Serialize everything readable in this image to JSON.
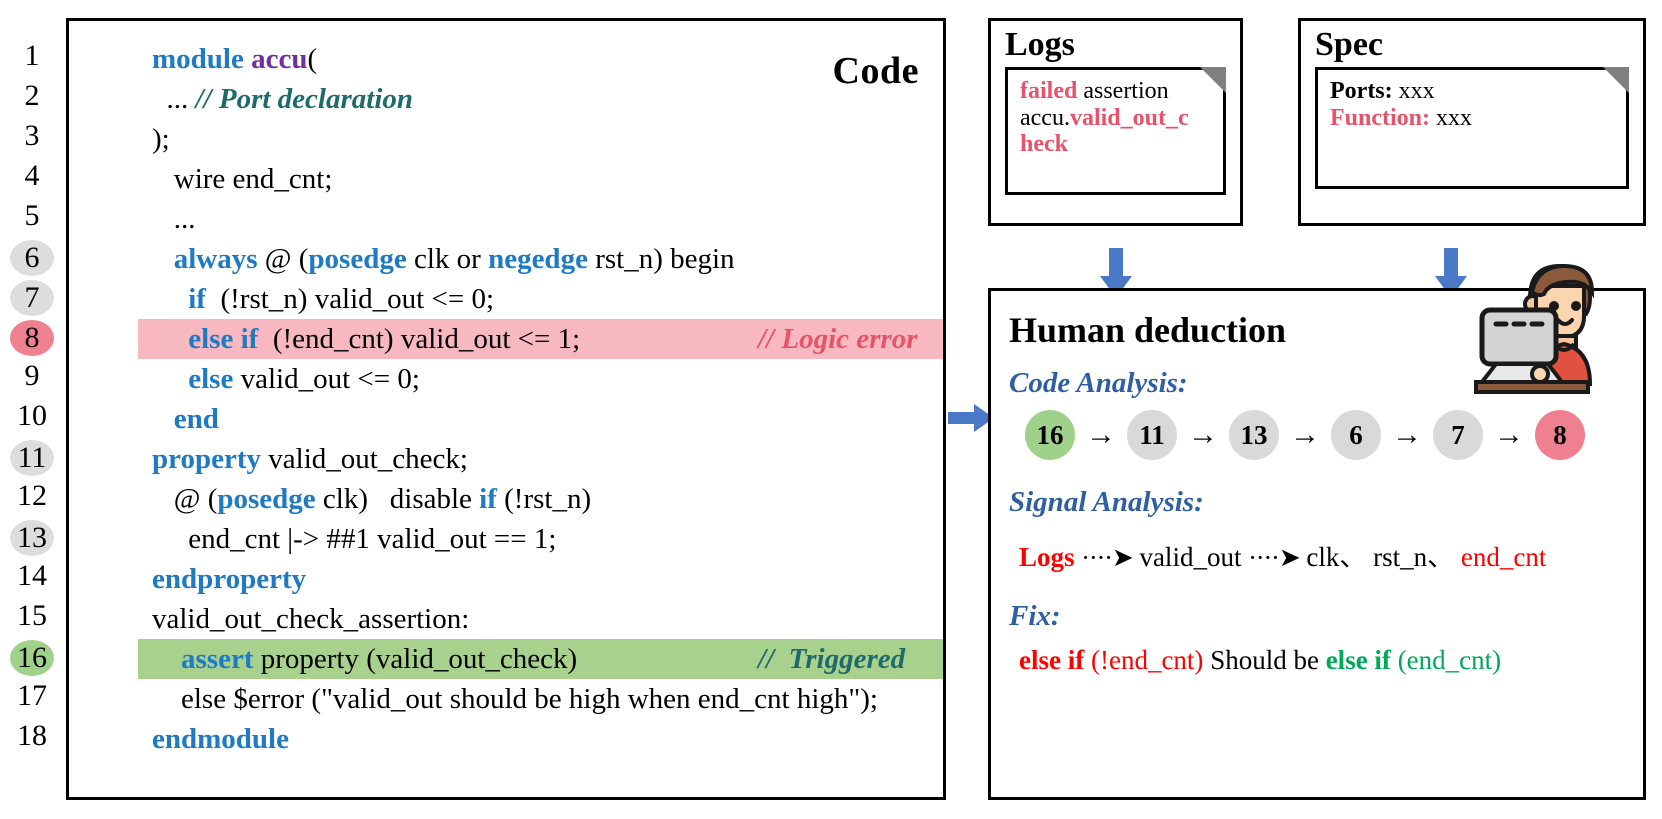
{
  "code_panel": {
    "title": "Code",
    "lines": [
      {
        "n": "1",
        "badge": "none",
        "hl": "none",
        "text": "module accu("
      },
      {
        "n": "2",
        "badge": "none",
        "hl": "none",
        "text": "... // Port declaration"
      },
      {
        "n": "3",
        "badge": "none",
        "hl": "none",
        "text": ");"
      },
      {
        "n": "4",
        "badge": "none",
        "hl": "none",
        "text": "wire end_cnt;"
      },
      {
        "n": "5",
        "badge": "none",
        "hl": "none",
        "text": "..."
      },
      {
        "n": "6",
        "badge": "gray",
        "hl": "none",
        "text": "always @ (posedge clk or negedge rst_n) begin"
      },
      {
        "n": "7",
        "badge": "gray",
        "hl": "none",
        "text": "if  (!rst_n) valid_out <= 0;"
      },
      {
        "n": "8",
        "badge": "red",
        "hl": "red",
        "text": "else if  (!end_cnt) valid_out <= 1;",
        "comment": "// Logic error"
      },
      {
        "n": "9",
        "badge": "none",
        "hl": "none",
        "text": "else valid_out <= 0;"
      },
      {
        "n": "10",
        "badge": "none",
        "hl": "none",
        "text": "end"
      },
      {
        "n": "11",
        "badge": "gray",
        "hl": "none",
        "text": "property valid_out_check;"
      },
      {
        "n": "12",
        "badge": "none",
        "hl": "none",
        "text": "@ (posedge clk)   disable if (!rst_n)"
      },
      {
        "n": "13",
        "badge": "gray",
        "hl": "none",
        "text": "end_cnt |-> ##1 valid_out == 1;"
      },
      {
        "n": "14",
        "badge": "none",
        "hl": "none",
        "text": "endproperty"
      },
      {
        "n": "15",
        "badge": "none",
        "hl": "none",
        "text": "valid_out_check_assertion:"
      },
      {
        "n": "16",
        "badge": "green",
        "hl": "green",
        "text": "assert property (valid_out_check)",
        "comment": "//  Triggered"
      },
      {
        "n": "17",
        "badge": "none",
        "hl": "none",
        "text": "else $error (\"valid_out should be high when end_cnt high\");"
      },
      {
        "n": "18",
        "badge": "none",
        "hl": "none",
        "text": "endmodule"
      }
    ]
  },
  "logs": {
    "title": "Logs",
    "line1_kw": "failed",
    "line1_rest": " assertion",
    "line2_prefix": "accu.",
    "line2_kw": "valid_out_c",
    "line3_kw": "heck"
  },
  "spec": {
    "title": "Spec",
    "rows": [
      {
        "label": "Ports:",
        "value": " xxx",
        "label_color": "black"
      },
      {
        "label": "Function:",
        "value": " xxx",
        "label_color": "red"
      }
    ]
  },
  "human": {
    "title": "Human deduction",
    "code_analysis_label": "Code Analysis:",
    "chain": [
      {
        "label": "16",
        "color": "green"
      },
      {
        "label": "11",
        "color": "gray"
      },
      {
        "label": "13",
        "color": "gray"
      },
      {
        "label": "6",
        "color": "gray"
      },
      {
        "label": "7",
        "color": "gray"
      },
      {
        "label": "8",
        "color": "red"
      }
    ],
    "chain_arrow": "→",
    "signal_analysis_label": "Signal Analysis:",
    "signal": {
      "source": "Logs",
      "arrow": "····➤",
      "mid": "valid_out",
      "tail_plain": "clk、 rst_n、 ",
      "tail_red": "end_cnt"
    },
    "fix_label": "Fix:",
    "fix": {
      "wrong_kw": "else if",
      "wrong_arg": " (!end_cnt)",
      "middle": "  Should be ",
      "right_kw": "else if",
      "right_arg": " (end_cnt)"
    }
  },
  "icons": {
    "person": "person-at-computer-icon",
    "arrow_down": "arrow-down-icon",
    "arrow_right": "arrow-right-icon",
    "fold": "page-fold-icon"
  },
  "colors": {
    "keyword_blue": "#1f7ac4",
    "module_purple": "#7030a0",
    "comment_teal": "#1f6b6b",
    "error_pink": "#e8526a",
    "highlight_red": "#f7b8c0",
    "highlight_green": "#a9d18e",
    "badge_gray": "#d9d9d9",
    "arrow_blue": "#4a79c7",
    "section_blue": "#2e5fa3",
    "fix_red": "#ff0000",
    "fix_green": "#00a859"
  }
}
